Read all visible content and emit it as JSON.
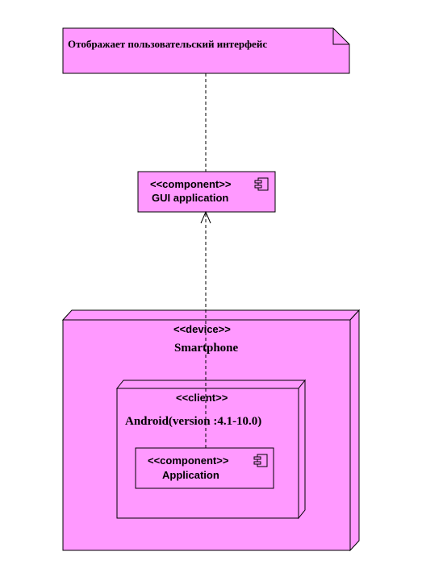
{
  "colors": {
    "fill": "#ff99ff",
    "stroke": "#000000",
    "background": "#ffffff"
  },
  "note": {
    "text": "Отображает пользовательский интерфейс"
  },
  "gui_component": {
    "stereotype": "<<component>>",
    "name": "GUI application",
    "icon": "component-icon"
  },
  "device": {
    "stereotype": "<<device>>",
    "name": "Smartphone"
  },
  "client": {
    "stereotype": "<<client>>",
    "name": "Android(version :4.1-10.0)"
  },
  "app_component": {
    "stereotype": "<<component>>",
    "name": "Application",
    "icon": "component-icon"
  }
}
